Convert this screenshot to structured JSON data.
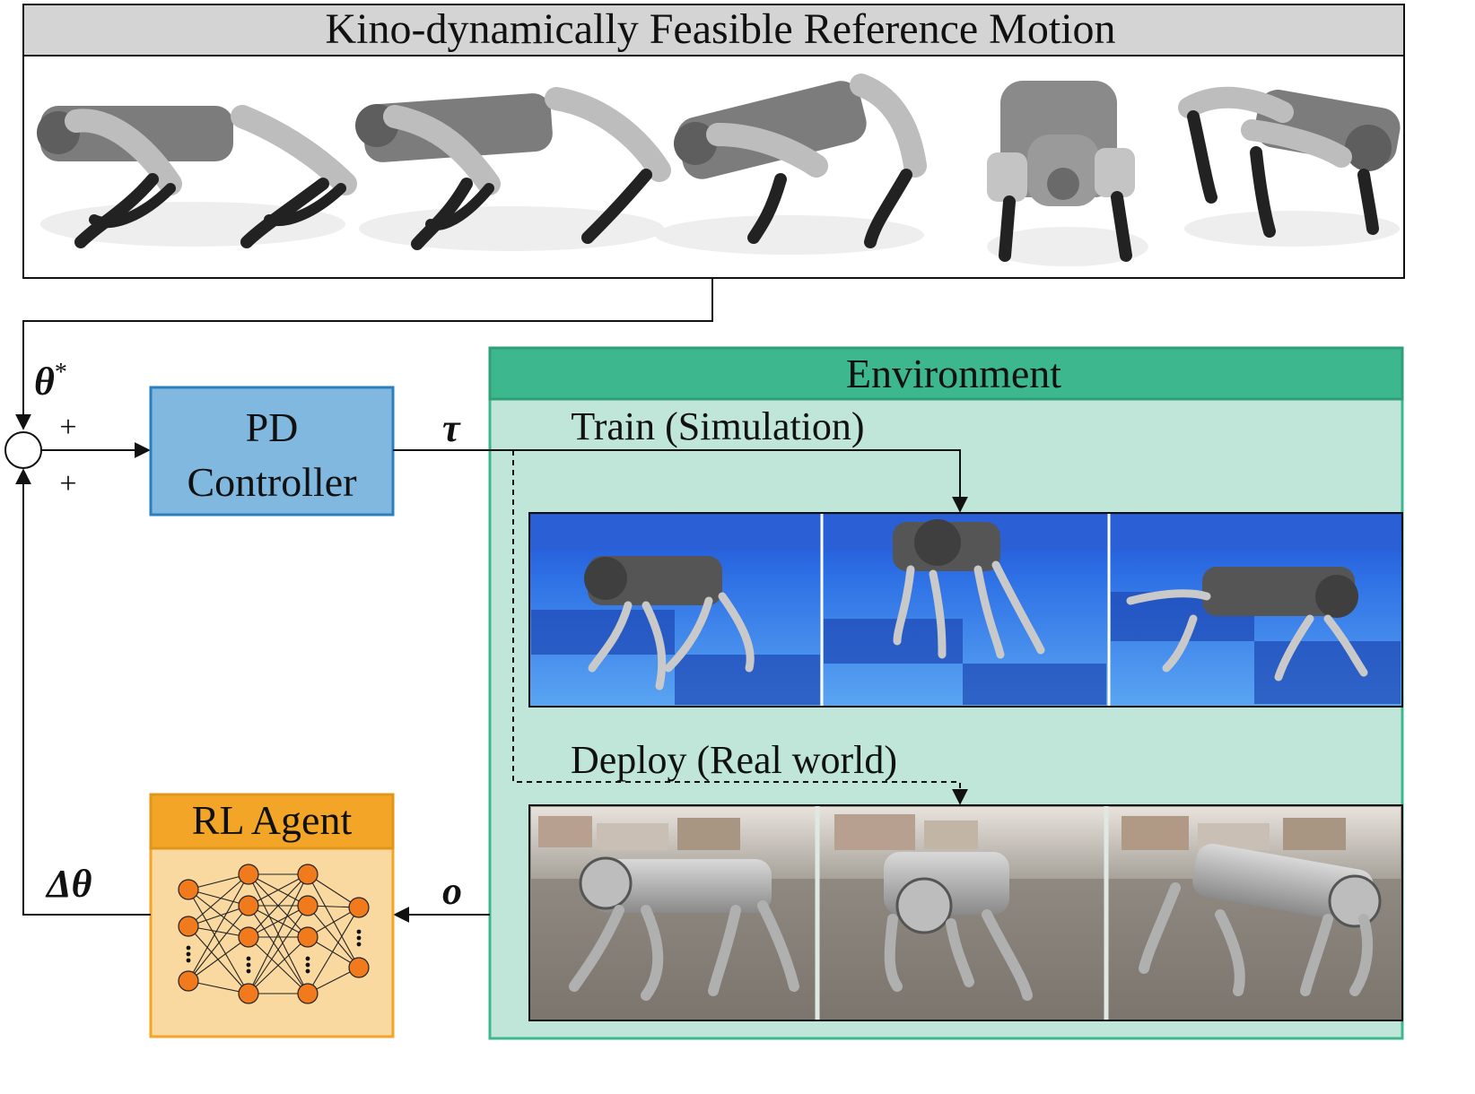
{
  "reference_panel": {
    "title": "Kino-dynamically Feasible Reference Motion"
  },
  "signals": {
    "theta_star": "θ",
    "theta_star_sup": "*",
    "plus_top": "+",
    "plus_bottom": "+",
    "tau": "τ",
    "delta_theta": "Δθ",
    "obs": "o"
  },
  "pd_controller": {
    "line1": "PD",
    "line2": "Controller"
  },
  "rl_agent": {
    "title": "RL Agent"
  },
  "environment": {
    "title": "Environment",
    "train_label": "Train (Simulation)",
    "deploy_label": "Deploy (Real world)"
  },
  "colors": {
    "header_gray": "#d4d4d4",
    "env_green_dark": "#3db88e",
    "env_green_light": "#bfe6d8",
    "pd_blue": "#80b8e0",
    "pd_border": "#2b7fbd",
    "rl_orange": "#f2a526",
    "rl_light": "#fad9a0",
    "neuron": "#f07a1c"
  },
  "icons": {
    "robot_frames": "quadruped-robot-pose-icon",
    "summing_junction": "summing-junction-icon",
    "neural_net": "neural-network-icon"
  }
}
